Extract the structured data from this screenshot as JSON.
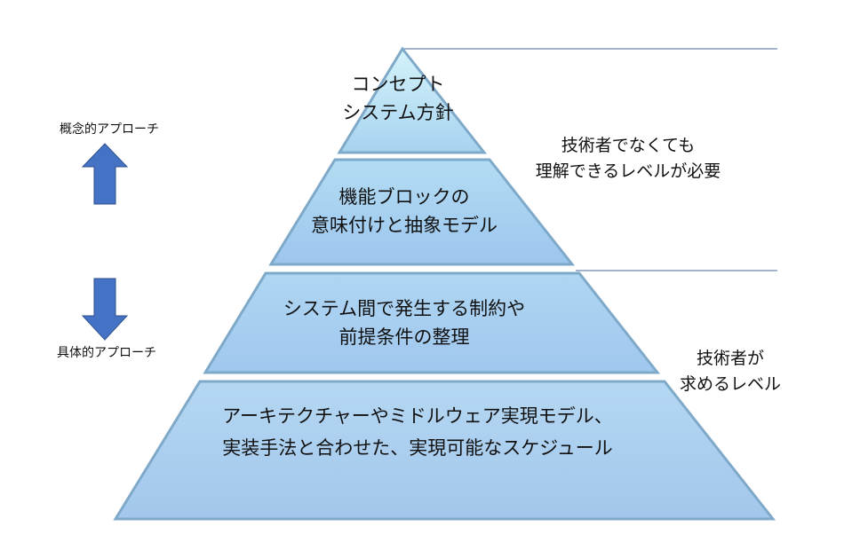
{
  "left_labels": {
    "conceptual": "概念的アプローチ",
    "concrete": "具体的アプローチ"
  },
  "pyramid": {
    "tiers": [
      {
        "line1": "コンセプト",
        "line2": "システム方針"
      },
      {
        "line1": "機能ブロックの",
        "line2": "意味付けと抽象モデル"
      },
      {
        "line1": "システム間で発生する制約や",
        "line2": "前提条件の整理"
      },
      {
        "line1": "アーキテクチャーやミドルウェア実現モデル、",
        "line2": "実装手法と合わせた、実現可能なスケジュール"
      }
    ]
  },
  "right_labels": {
    "upper": {
      "line1": "技術者でなくても",
      "line2": "理解できるレベルが必要"
    },
    "lower": {
      "line1": "技術者が",
      "line2": "求めるレベル"
    }
  },
  "colors": {
    "arrow": "#4472c4",
    "tier_top": "#c8ecf8",
    "tier_bottom": "#9cc3ea",
    "line": "#4a6a9a"
  }
}
